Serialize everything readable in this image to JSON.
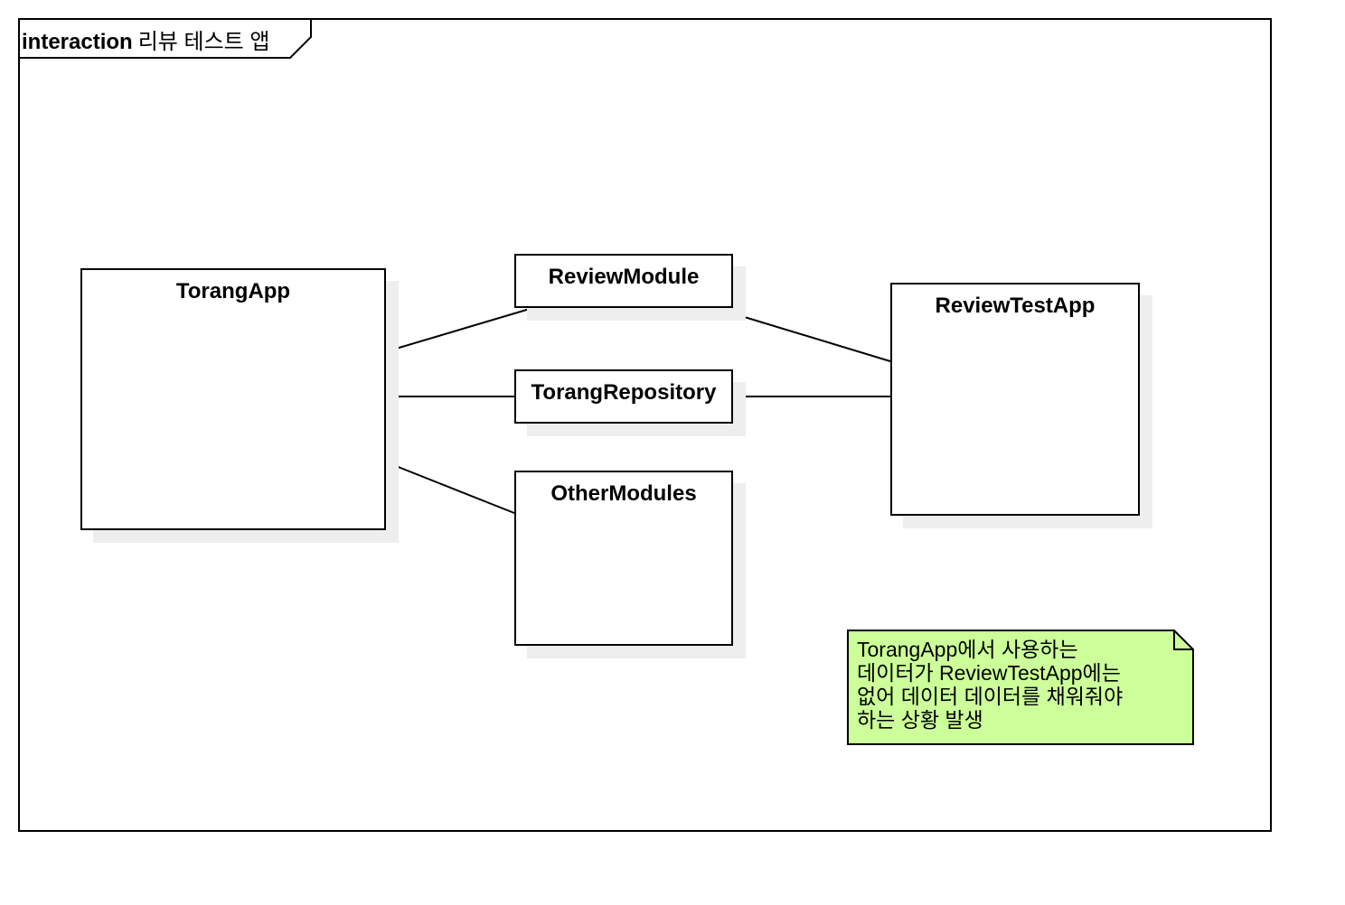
{
  "frame": {
    "keyword": "interaction",
    "name": "리뷰 테스트 앱"
  },
  "components": {
    "torang_app": "TorangApp",
    "review_module": "ReviewModule",
    "torang_repository": "TorangRepository",
    "other_modules": "OtherModules",
    "review_test_app": "ReviewTestApp"
  },
  "note": {
    "text": "TorangApp에서 사용하는\n데이터가 ReviewTestApp에는\n없어 데이터 데이터를 채워줘야\n하는 상황 발생",
    "fill_color": "#ccff99"
  }
}
